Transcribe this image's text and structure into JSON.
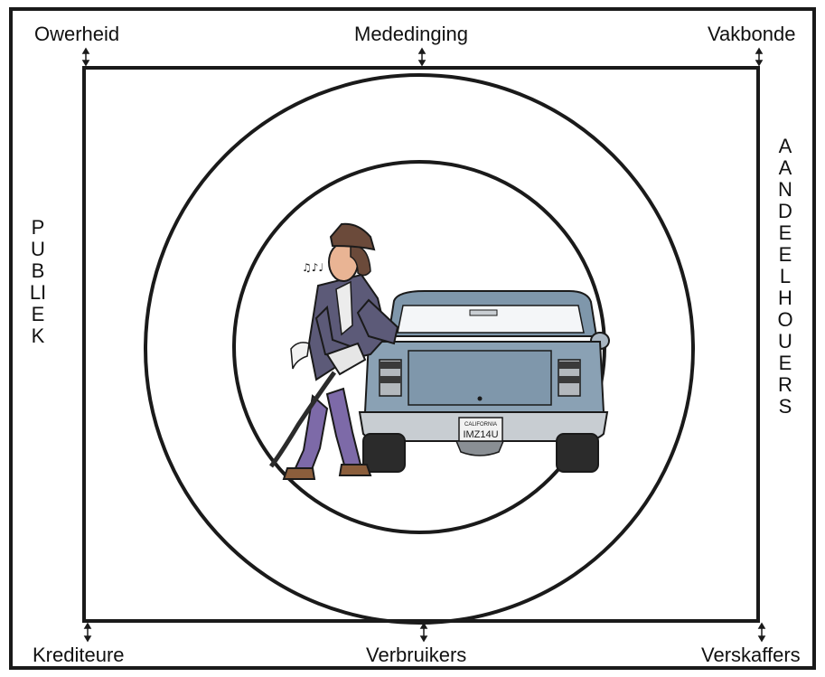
{
  "stakeholders": {
    "top_left": "Owerheid",
    "top_center": "Mededinging",
    "top_right": "Vakbonde",
    "bottom_left": "Krediteure",
    "bottom_center": "Verbruikers",
    "bottom_right": "Verskaffers",
    "left": "PUBLIEK",
    "right": "AANDEELHOUERS"
  },
  "illustration": {
    "license_plate_state": "CALIFORNIA",
    "license_plate_number": "IMZ14U"
  },
  "colors": {
    "line": "#1a1a1a",
    "truck_body": "#8aa1b4",
    "truck_bumper": "#c8cdd2",
    "tire": "#2b2b2b",
    "man_jacket": "#5c5a78",
    "man_pants": "#7d6aa8",
    "man_hat": "#6b4a3a",
    "skin": "#e9b494"
  }
}
